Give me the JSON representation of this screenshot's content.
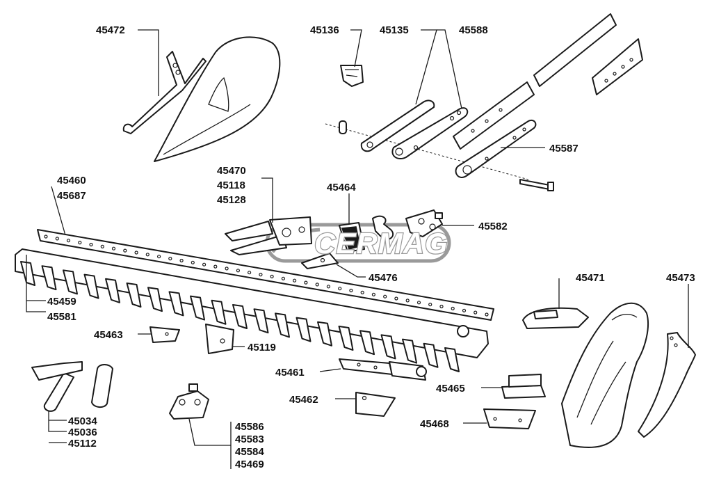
{
  "watermark": {
    "text": "CERMAG",
    "color": "#9a9a9a"
  },
  "part_numbers": {
    "p45472": "45472",
    "p45136": "45136",
    "p45135": "45135",
    "p45588": "45588",
    "p45587": "45587",
    "p45460": "45460",
    "p45687": "45687",
    "p45470": "45470",
    "p45118": "45118",
    "p45128": "45128",
    "p45464": "45464",
    "p45582": "45582",
    "p45476": "45476",
    "p45471": "45471",
    "p45473": "45473",
    "p45459": "45459",
    "p45581": "45581",
    "p45463": "45463",
    "p45119": "45119",
    "p45461": "45461",
    "p45465": "45465",
    "p45462": "45462",
    "p45468": "45468",
    "p45034": "45034",
    "p45036": "45036",
    "p45112": "45112",
    "p45586": "45586",
    "p45583": "45583",
    "p45584": "45584",
    "p45469": "45469"
  }
}
